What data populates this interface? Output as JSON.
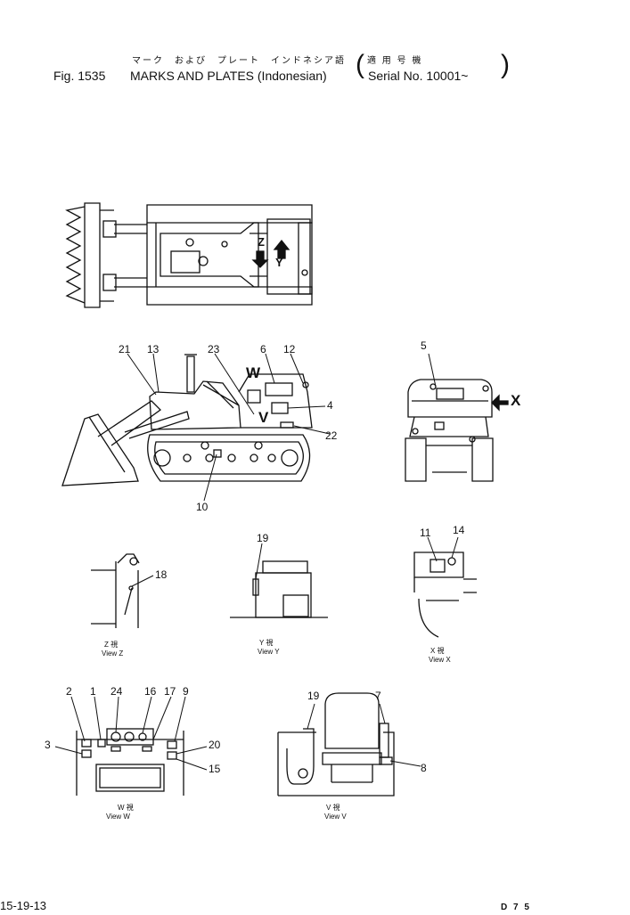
{
  "header": {
    "jp_title": "マーク　および　プレート　インドネシア語",
    "jp_serial": "適 用 号 機",
    "fig_no": "Fig. 1535",
    "title": "MARKS AND PLATES (Indonesian)",
    "serial": "Serial No. 10001~"
  },
  "top_view": {
    "labels": {
      "z": "Z",
      "y": "Y"
    }
  },
  "side_view": {
    "callouts": [
      "21",
      "13",
      "23",
      "6",
      "12",
      "4",
      "22",
      "10"
    ],
    "letters": {
      "w": "W",
      "v": "V"
    }
  },
  "rear_view": {
    "callouts": [
      "5"
    ],
    "letter_x": "X"
  },
  "views": {
    "z": {
      "callouts": [
        "18"
      ],
      "jp": "Z 視",
      "en": "View Z"
    },
    "y": {
      "callouts": [
        "19"
      ],
      "jp": "Y 視",
      "en": "View Y"
    },
    "x": {
      "callouts": [
        "11",
        "14"
      ],
      "jp": "X 視",
      "en": "View X"
    },
    "w": {
      "callouts": [
        "2",
        "1",
        "24",
        "16",
        "17",
        "9",
        "3",
        "20",
        "15"
      ],
      "jp": "W 視",
      "en": "View W"
    },
    "v": {
      "callouts": [
        "19",
        "7",
        "8"
      ],
      "jp": "V 視",
      "en": "View V"
    }
  },
  "footer": {
    "page": "15-19-13",
    "model": "D 7 5"
  }
}
